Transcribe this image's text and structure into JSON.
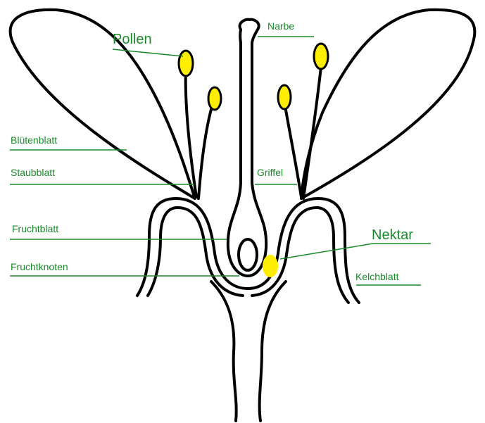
{
  "diagram": {
    "labels": {
      "pollen": "Pollen",
      "narbe": "Narbe",
      "bluetenblatt": "Blütenblatt",
      "staubblatt": "Staubblatt",
      "griffel": "Griffel",
      "fruchtblatt": "Fruchtblatt",
      "nektar": "Nektar",
      "fruchtknoten": "Fruchtknoten",
      "kelchblatt": "Kelchblatt"
    },
    "colors": {
      "outline": "#000000",
      "label": "#1a8a2a",
      "leader_line": "#1a8a2a",
      "pollen": "#ffee00",
      "nectar": "#ffee00"
    }
  }
}
